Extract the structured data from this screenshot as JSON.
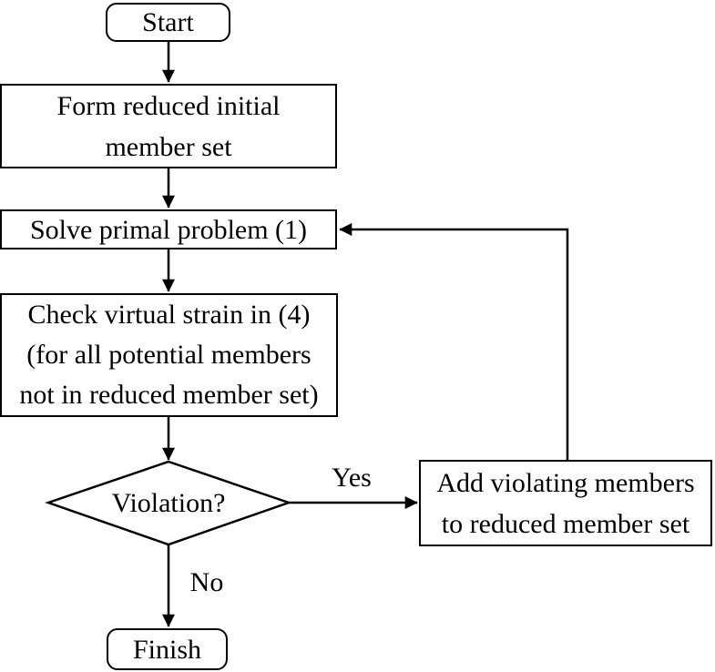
{
  "nodes": {
    "start": {
      "type": "terminal",
      "label": "Start"
    },
    "form": {
      "type": "process",
      "lines": [
        "Form reduced initial",
        "member set"
      ]
    },
    "solve": {
      "type": "process",
      "label": "Solve primal problem (1)"
    },
    "check": {
      "type": "process",
      "lines": [
        "Check virtual strain in (4)",
        "(for all potential members",
        "not in reduced member set)"
      ]
    },
    "decision": {
      "type": "decision",
      "label": "Violation?"
    },
    "add": {
      "type": "process",
      "lines": [
        "Add violating members",
        "to reduced member set"
      ]
    },
    "finish": {
      "type": "terminal",
      "label": "Finish"
    }
  },
  "edge_labels": {
    "yes": "Yes",
    "no": "No"
  },
  "edges": [
    {
      "from": "start",
      "to": "form",
      "label": ""
    },
    {
      "from": "form",
      "to": "solve",
      "label": ""
    },
    {
      "from": "solve",
      "to": "check",
      "label": ""
    },
    {
      "from": "check",
      "to": "decision",
      "label": ""
    },
    {
      "from": "decision",
      "to": "add",
      "label": "Yes"
    },
    {
      "from": "decision",
      "to": "finish",
      "label": "No"
    },
    {
      "from": "add",
      "to": "solve",
      "label": ""
    }
  ],
  "colors": {
    "stroke": "#000000",
    "shape_fill": "#ffffff",
    "text": "#000000",
    "background": "#ffffff"
  }
}
